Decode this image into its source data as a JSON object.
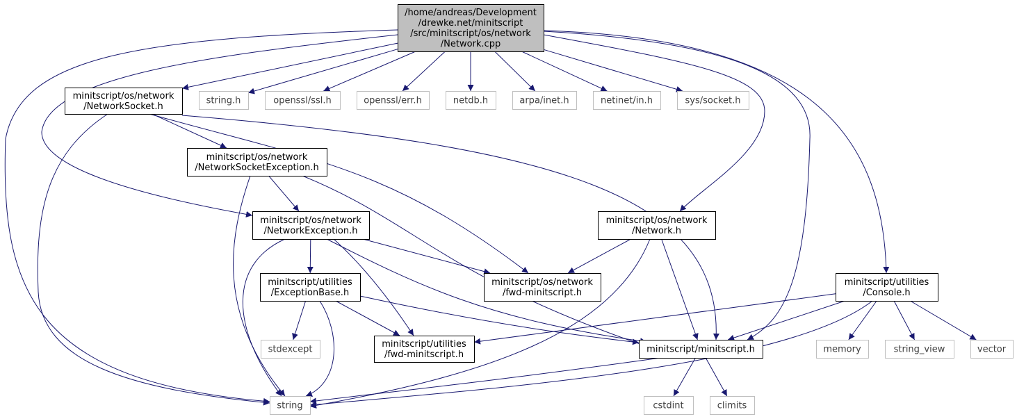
{
  "nodes": [
    {
      "id": "root",
      "lines": [
        "/home/andreas/Development",
        "/drewke.net/minitscript",
        "/src/minitscript/os/network",
        "/Network.cpp"
      ],
      "kind": "root"
    },
    {
      "id": "NetworkSocket_h",
      "lines": [
        "minitscript/os/network",
        "/NetworkSocket.h"
      ],
      "kind": "project"
    },
    {
      "id": "string_h",
      "lines": [
        "string.h"
      ],
      "kind": "system"
    },
    {
      "id": "openssl_ssl_h",
      "lines": [
        "openssl/ssl.h"
      ],
      "kind": "system"
    },
    {
      "id": "openssl_err_h",
      "lines": [
        "openssl/err.h"
      ],
      "kind": "system"
    },
    {
      "id": "netdb_h",
      "lines": [
        "netdb.h"
      ],
      "kind": "system"
    },
    {
      "id": "arpa_inet_h",
      "lines": [
        "arpa/inet.h"
      ],
      "kind": "system"
    },
    {
      "id": "netinet_in_h",
      "lines": [
        "netinet/in.h"
      ],
      "kind": "system"
    },
    {
      "id": "sys_socket_h",
      "lines": [
        "sys/socket.h"
      ],
      "kind": "system"
    },
    {
      "id": "NetworkSocketException_h",
      "lines": [
        "minitscript/os/network",
        "/NetworkSocketException.h"
      ],
      "kind": "project"
    },
    {
      "id": "NetworkException_h",
      "lines": [
        "minitscript/os/network",
        "/NetworkException.h"
      ],
      "kind": "project"
    },
    {
      "id": "Network_h",
      "lines": [
        "minitscript/os/network",
        "/Network.h"
      ],
      "kind": "project"
    },
    {
      "id": "ExceptionBase_h",
      "lines": [
        "minitscript/utilities",
        "/ExceptionBase.h"
      ],
      "kind": "project"
    },
    {
      "id": "os_fwd_h",
      "lines": [
        "minitscript/os/network",
        "/fwd-minitscript.h"
      ],
      "kind": "project"
    },
    {
      "id": "Console_h",
      "lines": [
        "minitscript/utilities",
        "/Console.h"
      ],
      "kind": "project"
    },
    {
      "id": "stdexcept",
      "lines": [
        "stdexcept"
      ],
      "kind": "system"
    },
    {
      "id": "util_fwd_h",
      "lines": [
        "minitscript/utilities",
        "/fwd-minitscript.h"
      ],
      "kind": "project"
    },
    {
      "id": "minitscript_h",
      "lines": [
        "minitscript/minitscript.h"
      ],
      "kind": "project"
    },
    {
      "id": "memory",
      "lines": [
        "memory"
      ],
      "kind": "system"
    },
    {
      "id": "string_view",
      "lines": [
        "string_view"
      ],
      "kind": "system"
    },
    {
      "id": "vector",
      "lines": [
        "vector"
      ],
      "kind": "system"
    },
    {
      "id": "string",
      "lines": [
        "string"
      ],
      "kind": "system"
    },
    {
      "id": "cstdint",
      "lines": [
        "cstdint"
      ],
      "kind": "system"
    },
    {
      "id": "climits",
      "lines": [
        "climits"
      ],
      "kind": "system"
    }
  ],
  "edges": [
    [
      "root",
      "string"
    ],
    [
      "root",
      "NetworkSocket_h"
    ],
    [
      "root",
      "NetworkException_h"
    ],
    [
      "root",
      "string_h"
    ],
    [
      "root",
      "openssl_ssl_h"
    ],
    [
      "root",
      "openssl_err_h"
    ],
    [
      "root",
      "netdb_h"
    ],
    [
      "root",
      "arpa_inet_h"
    ],
    [
      "root",
      "netinet_in_h"
    ],
    [
      "root",
      "sys_socket_h"
    ],
    [
      "root",
      "Network_h"
    ],
    [
      "root",
      "minitscript_h"
    ],
    [
      "root",
      "Console_h"
    ],
    [
      "NetworkSocket_h",
      "string"
    ],
    [
      "NetworkSocket_h",
      "NetworkSocketException_h"
    ],
    [
      "NetworkSocket_h",
      "os_fwd_h"
    ],
    [
      "NetworkSocket_h",
      "minitscript_h"
    ],
    [
      "NetworkSocketException_h",
      "string"
    ],
    [
      "NetworkSocketException_h",
      "NetworkException_h"
    ],
    [
      "NetworkSocketException_h",
      "minitscript_h"
    ],
    [
      "NetworkException_h",
      "string"
    ],
    [
      "NetworkException_h",
      "ExceptionBase_h"
    ],
    [
      "NetworkException_h",
      "util_fwd_h"
    ],
    [
      "NetworkException_h",
      "os_fwd_h"
    ],
    [
      "NetworkException_h",
      "minitscript_h"
    ],
    [
      "Network_h",
      "os_fwd_h"
    ],
    [
      "Network_h",
      "string"
    ],
    [
      "Network_h",
      "minitscript_h"
    ],
    [
      "ExceptionBase_h",
      "stdexcept"
    ],
    [
      "ExceptionBase_h",
      "string"
    ],
    [
      "ExceptionBase_h",
      "util_fwd_h"
    ],
    [
      "ExceptionBase_h",
      "minitscript_h"
    ],
    [
      "Console_h",
      "util_fwd_h"
    ],
    [
      "Console_h",
      "minitscript_h"
    ],
    [
      "Console_h",
      "memory"
    ],
    [
      "Console_h",
      "string_view"
    ],
    [
      "Console_h",
      "vector"
    ],
    [
      "Console_h",
      "string"
    ],
    [
      "minitscript_h",
      "string"
    ],
    [
      "minitscript_h",
      "cstdint"
    ],
    [
      "minitscript_h",
      "climits"
    ]
  ],
  "colors": {
    "edge": "#191970",
    "root_fill": "#bfbfbf",
    "project_border": "#000000",
    "system_border": "#bfbfbf",
    "project_text": "#000000",
    "system_text": "#404040"
  }
}
